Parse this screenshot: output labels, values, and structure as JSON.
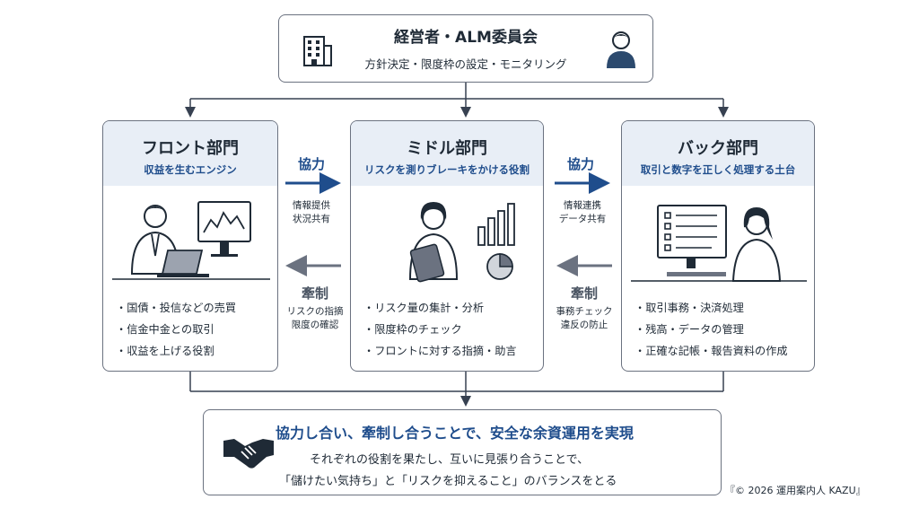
{
  "top": {
    "title": "経営者・ALM委員会",
    "subtitle": "方針決定・限度枠の設定・モニタリング"
  },
  "front": {
    "title": "フロント部門",
    "subtitle": "収益を生むエンジン",
    "items": [
      "国債・投信などの売買",
      "信金中金との取引",
      "収益を上げる役割"
    ]
  },
  "middle": {
    "title": "ミドル部門",
    "subtitle": "リスクを測りブレーキをかける役割",
    "items": [
      "リスク量の集計・分析",
      "限度枠のチェック",
      "フロントに対する指摘・助言"
    ]
  },
  "back": {
    "title": "バック部門",
    "subtitle": "取引と数字を正しく処理する土台",
    "items": [
      "取引事務・決済処理",
      "残高・データの管理",
      "正確な記帳・報告資料の作成"
    ]
  },
  "left_link": {
    "coop_title": "協力",
    "coop_line1": "情報提供",
    "coop_line2": "状況共有",
    "restrain_title": "牽制",
    "restrain_line1": "リスクの指摘",
    "restrain_line2": "限度の確認"
  },
  "right_link": {
    "coop_title": "協力",
    "coop_line1": "情報連携",
    "coop_line2": "データ共有",
    "restrain_title": "牽制",
    "restrain_line1": "事務チェック",
    "restrain_line2": "違反の防止"
  },
  "bottom": {
    "title": "協力し合い、牽制し合うことで、安全な余資運用を実現",
    "line1": "それぞれの役割を果たし、互いに見張り合うことで、",
    "line2": "「儲けたい気持ち」と「リスクを抑えること」のバランスをとる"
  },
  "copyright": "『© 2026 運用案内人 KAZU』",
  "colors": {
    "accent_blue": "#1f4d8c",
    "header_fill": "#e8eef6",
    "restrain_gray": "#6b7280",
    "person_navy": "#2c4a6e"
  },
  "icons": [
    "building-icon",
    "person-icon",
    "handshake-icon",
    "trader-illustration",
    "analyst-illustration",
    "back-office-illustration"
  ]
}
